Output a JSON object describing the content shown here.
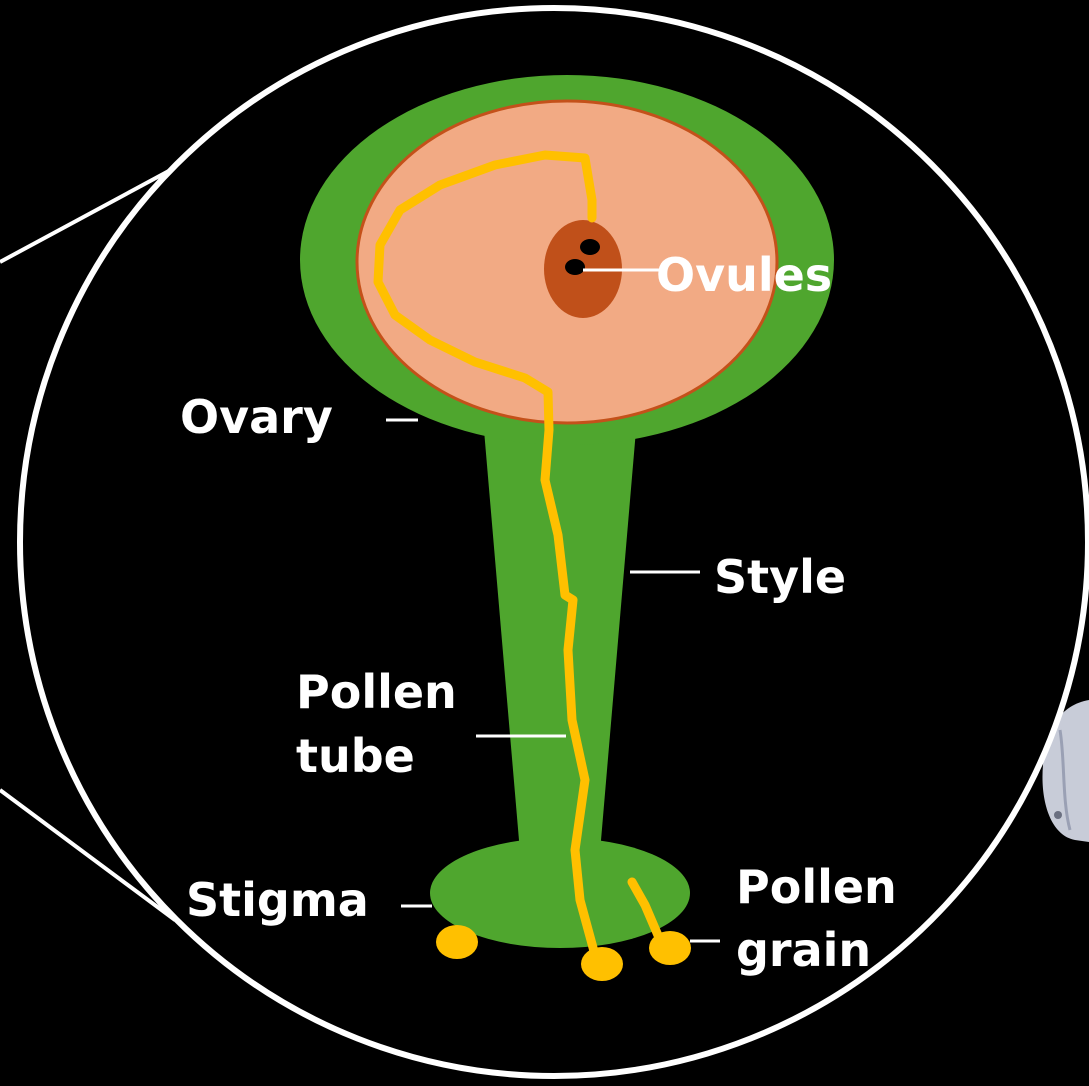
{
  "diagram": {
    "labels": {
      "ovules": "Ovules",
      "ovary": "Ovary",
      "style": "Style",
      "pollen_tube_line1": "Pollen",
      "pollen_tube_line2": "tube",
      "stigma": "Stigma",
      "pollen_grain_line1": "Pollen",
      "pollen_grain_line2": "grain"
    },
    "colors": {
      "background": "#000000",
      "outline": "#ffffff",
      "carpel_green": "#4fa62e",
      "ovary_interior": "#f2aa84",
      "ovary_border": "#c4511a",
      "ovule_body": "#c0501a",
      "ovule_dot": "#000000",
      "pollen": "#ffc000",
      "flower_petal": "#c8ccd8"
    }
  }
}
